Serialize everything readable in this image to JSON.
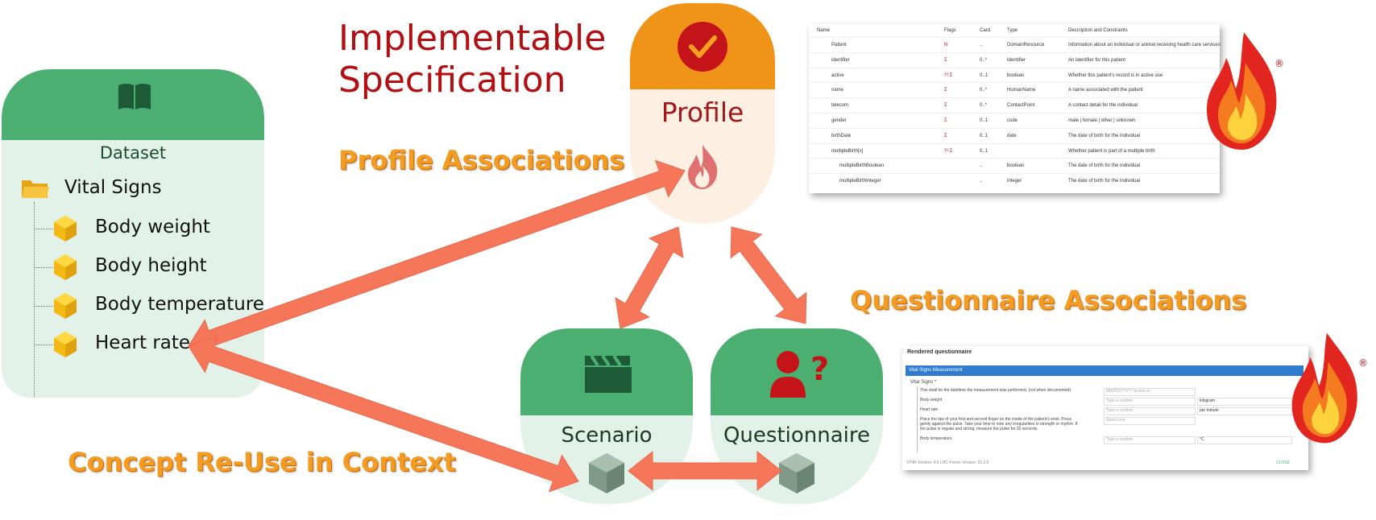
{
  "titles": {
    "implementable": "Implementable\nSpecification",
    "profile_assoc": "Profile Associations",
    "questionnaire_assoc": "Questionnaire Associations",
    "concept_reuse": "Concept Re-Use in Context"
  },
  "dataset": {
    "label": "Dataset",
    "folder": "Vital Signs",
    "items": [
      "Body weight",
      "Body height",
      "Body temperature",
      "Heart rate"
    ]
  },
  "profile": {
    "label": "Profile"
  },
  "scenario": {
    "label": "Scenario"
  },
  "questionnaire": {
    "label": "Questionnaire"
  },
  "profile_table": {
    "headers": [
      "Name",
      "Flags",
      "Card",
      "Type",
      "Description and Constraints"
    ],
    "rows": [
      {
        "name": "Patient",
        "flags": "N",
        "card": "..",
        "type": "DomainResource",
        "desc": "Information about an individual or animal receiving health care services"
      },
      {
        "name": "identifier",
        "flags": "Σ",
        "card": "0..*",
        "type": "Identifier",
        "desc": "An identifier for this patient"
      },
      {
        "name": "active",
        "flags": "?! Σ",
        "card": "0..1",
        "type": "boolean",
        "desc": "Whether this patient's record is in active use"
      },
      {
        "name": "name",
        "flags": "Σ",
        "card": "0..*",
        "type": "HumanName",
        "desc": "A name associated with the patient"
      },
      {
        "name": "telecom",
        "flags": "Σ",
        "card": "0..*",
        "type": "ContactPoint",
        "desc": "A contact detail for the individual"
      },
      {
        "name": "gender",
        "flags": "Σ",
        "card": "0..1",
        "type": "code",
        "desc": "male | female | other | unknown"
      },
      {
        "name": "birthDate",
        "flags": "Σ",
        "card": "0..1",
        "type": "date",
        "desc": "The date of birth for the individual"
      },
      {
        "name": "multipleBirth[x]",
        "flags": "?! Σ",
        "card": "0..1",
        "type": "",
        "desc": "Whether patient is part of a multiple birth"
      },
      {
        "name": "multipleBirthBoolean",
        "flags": "",
        "card": "..",
        "type": "boolean",
        "desc": "The date of birth for the individual"
      },
      {
        "name": "multipleBirthInteger",
        "flags": "",
        "card": "..",
        "type": "integer",
        "desc": "The date of birth for the individual"
      }
    ]
  },
  "questionnaire_panel": {
    "title": "Rendered questionnaire",
    "section": "Vital Signs Measurement",
    "group": "Vital Signs *",
    "rows": [
      {
        "label": "This shall be the datetime the measurement was performed. (not when documented)",
        "input": "MM/DD/YYYY hh:mm:ss",
        "unit": ""
      },
      {
        "label": "Body weight",
        "input": "Type a number",
        "unit": "kilogram"
      },
      {
        "label": "Heart rate",
        "input": "Type a number",
        "unit": "per minute"
      },
      {
        "label": "Place the tips of your first and second finger on the inside of the patient's wrist. Press gently against the pulse. Take your time to note any irregularities in strength or rhythm. If the pulse is regular and strong, measure the pulse for 30 seconds.",
        "input": "Select one",
        "unit": ""
      },
      {
        "label": "Body temperature",
        "input": "Type a number",
        "unit": "°C"
      }
    ],
    "footer": "FHIR Version: 4.0    LHC-Forms Version: 33.2.5",
    "close": "CLOSE"
  },
  "registered_mark": "®",
  "colors": {
    "green_head": "#4caf72",
    "green_body": "#e3f2e8",
    "orange_head": "#ef9418",
    "arrow": "#f6765a",
    "title_red": "#b30f12",
    "orange_text": "#f39b23"
  },
  "icons": [
    "book-icon",
    "folder-icon",
    "concept-cube-icon",
    "checkmark-icon",
    "fhir-flame-icon",
    "clapperboard-icon",
    "person-question-icon"
  ]
}
